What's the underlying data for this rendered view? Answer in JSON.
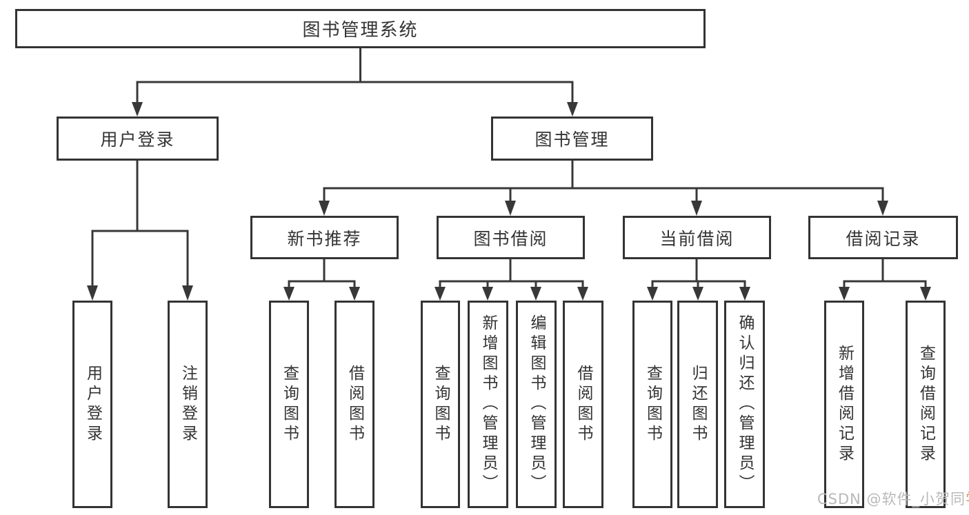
{
  "diagram": {
    "root": {
      "label": "图书管理系统",
      "children": [
        {
          "label": "用户登录",
          "children": [
            {
              "label": "用户登录"
            },
            {
              "label": "注销登录"
            }
          ]
        },
        {
          "label": "图书管理",
          "children": [
            {
              "label": "新书推荐",
              "children": [
                {
                  "label": "查询图书"
                },
                {
                  "label": "借阅图书"
                }
              ]
            },
            {
              "label": "图书借阅",
              "children": [
                {
                  "label": "查询图书"
                },
                {
                  "label": "新增图书（管理员）"
                },
                {
                  "label": "编辑图书（管理员）"
                },
                {
                  "label": "借阅图书"
                }
              ]
            },
            {
              "label": "当前借阅",
              "children": [
                {
                  "label": "查询图书"
                },
                {
                  "label": "归还图书"
                },
                {
                  "label": "确认归还（管理员）"
                }
              ]
            },
            {
              "label": "借阅记录",
              "children": [
                {
                  "label": "新增借阅记录"
                },
                {
                  "label": "查询借阅记录"
                }
              ]
            }
          ]
        }
      ]
    }
  },
  "watermark": {
    "prefix": "CSDN @软件_小贺同",
    "suffix": "学"
  },
  "colors": {
    "line": "#383838",
    "box_border": "#333333",
    "text": "#333333",
    "background": "#ffffff",
    "watermark": "#b9b9b9",
    "watermark_accent": "#c79a58"
  }
}
